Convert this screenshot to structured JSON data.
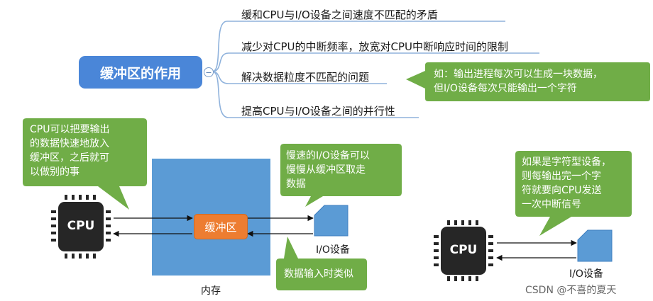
{
  "mindmap": {
    "root": "缓冲区的作用",
    "branches": [
      "缓和CPU与I/O设备之间速度不匹配的矛盾",
      "减少对CPU的中断频率，放宽对CPU中断响应时间的限制",
      "解决数据粒度不匹配的问题",
      "提高CPU与I/O设备之间的并行性"
    ],
    "example_note": [
      "如：输出进程每次可以生成一块数据，",
      "但I/O设备每次只能输出一个字符"
    ]
  },
  "left_diagram": {
    "cpu_note": [
      "CPU可以把要输出",
      "的数据快速地放入",
      "缓冲区，之后就可",
      "以做别的事"
    ],
    "slow_io_note": [
      "慢速的I/O设备可以",
      "慢慢从缓冲区取走",
      "数据"
    ],
    "input_note": "数据输入时类似",
    "cpu_label": "CPU",
    "buffer_label": "缓冲区",
    "memory_label": "内存",
    "io_label": "I/O设备"
  },
  "right_diagram": {
    "note": [
      "如果是字符型设备，",
      "则每输出完一个字",
      "符就要向CPU发送",
      "一次中断信号"
    ],
    "cpu_label": "CPU",
    "io_label": "I/O设备"
  },
  "watermark": "CSDN @不喜的夏天",
  "colors": {
    "root_blue": "#4a86d8",
    "memory_blue": "#5b9bd5",
    "buffer_orange": "#ed7d31",
    "note_green": "#70ad47",
    "chip_dark": "#262626"
  }
}
